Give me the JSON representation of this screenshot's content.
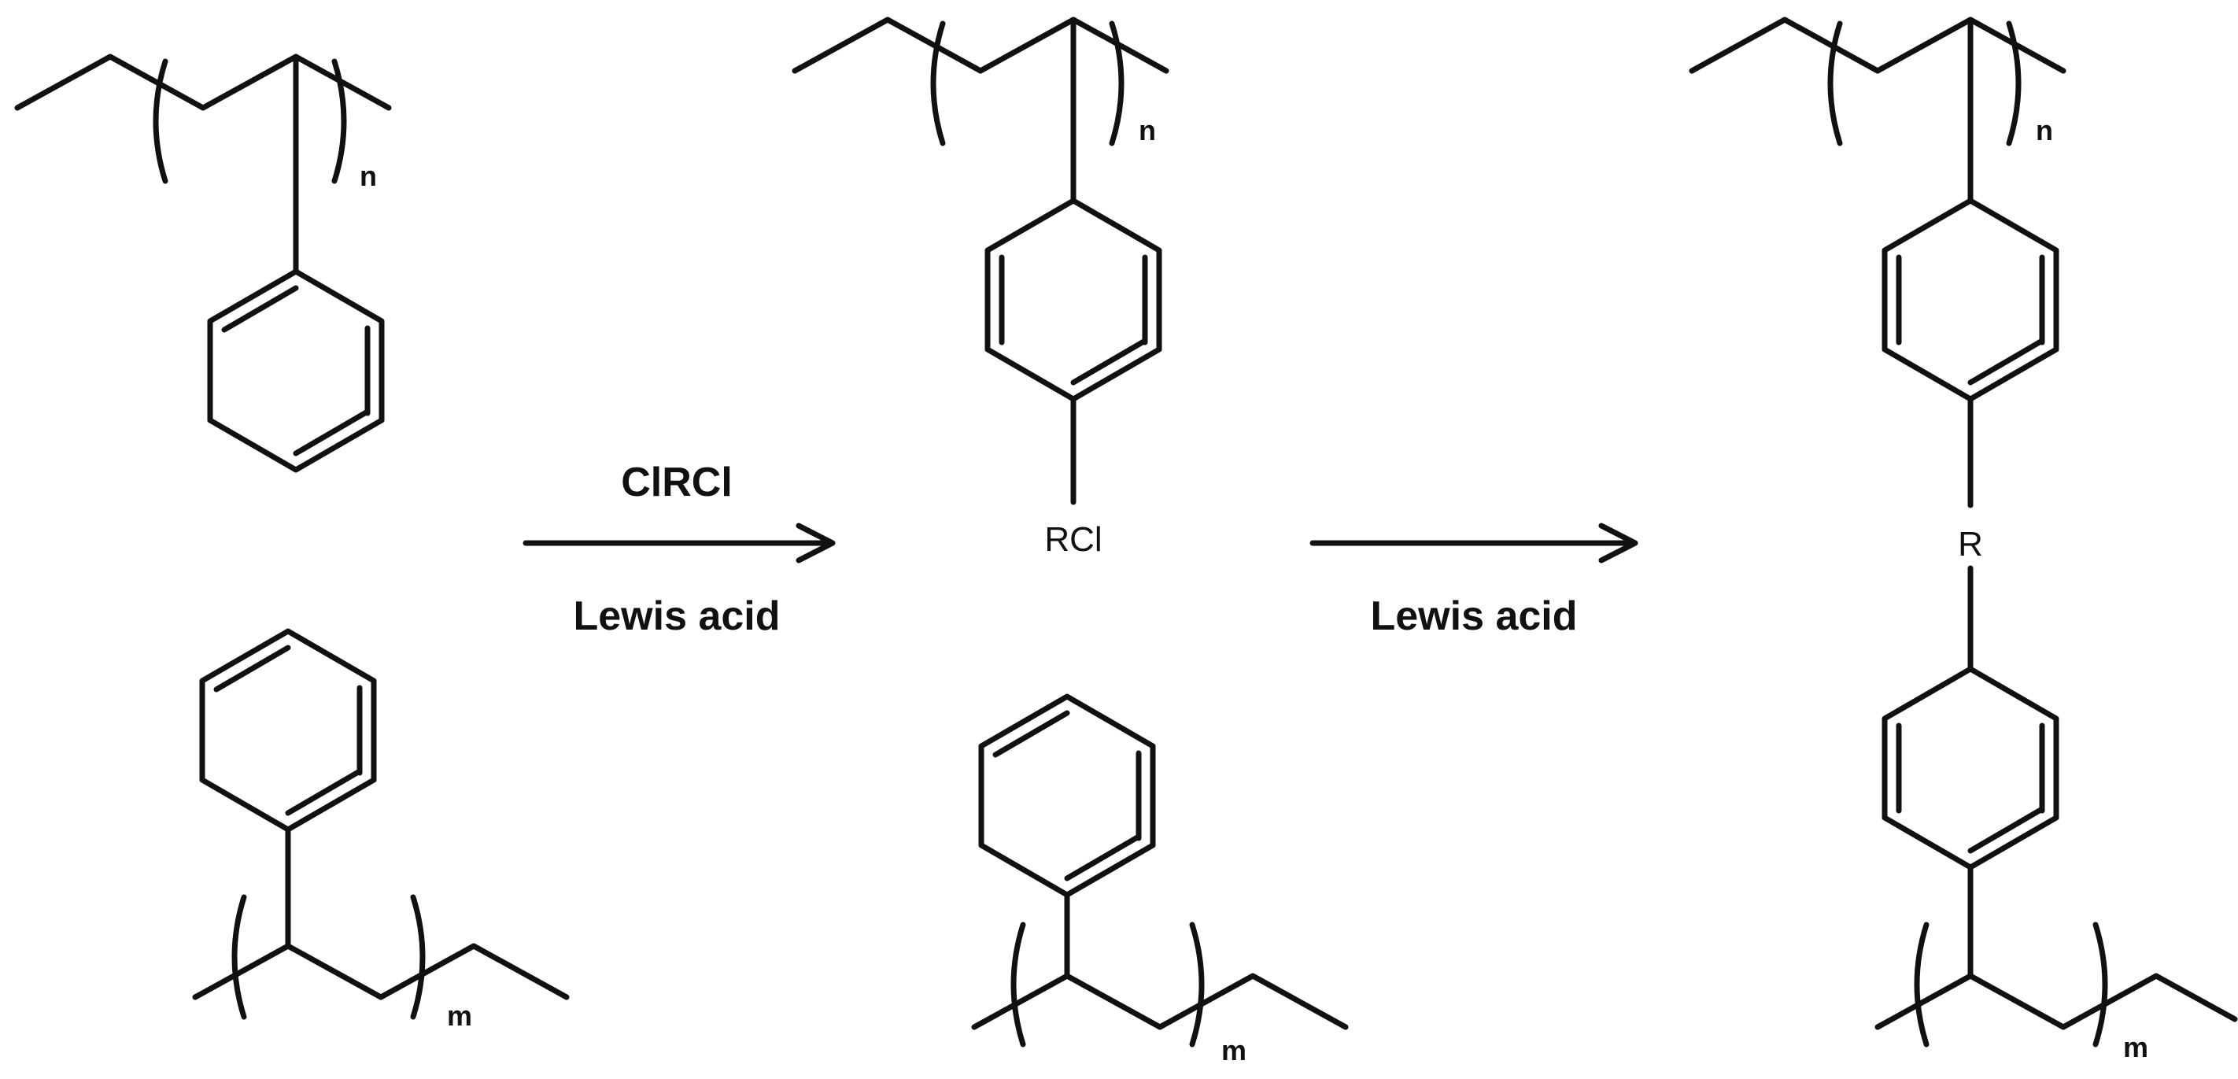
{
  "reaction": {
    "step1": {
      "above": "ClRCl",
      "below": "Lewis acid"
    },
    "step2": {
      "below": "Lewis acid"
    }
  },
  "labels": {
    "n": "n",
    "m": "m",
    "chloroalkyl_group": "RCl",
    "bridge_group": "R"
  },
  "colors": {
    "ink": "#111111",
    "background": "#ffffff"
  }
}
